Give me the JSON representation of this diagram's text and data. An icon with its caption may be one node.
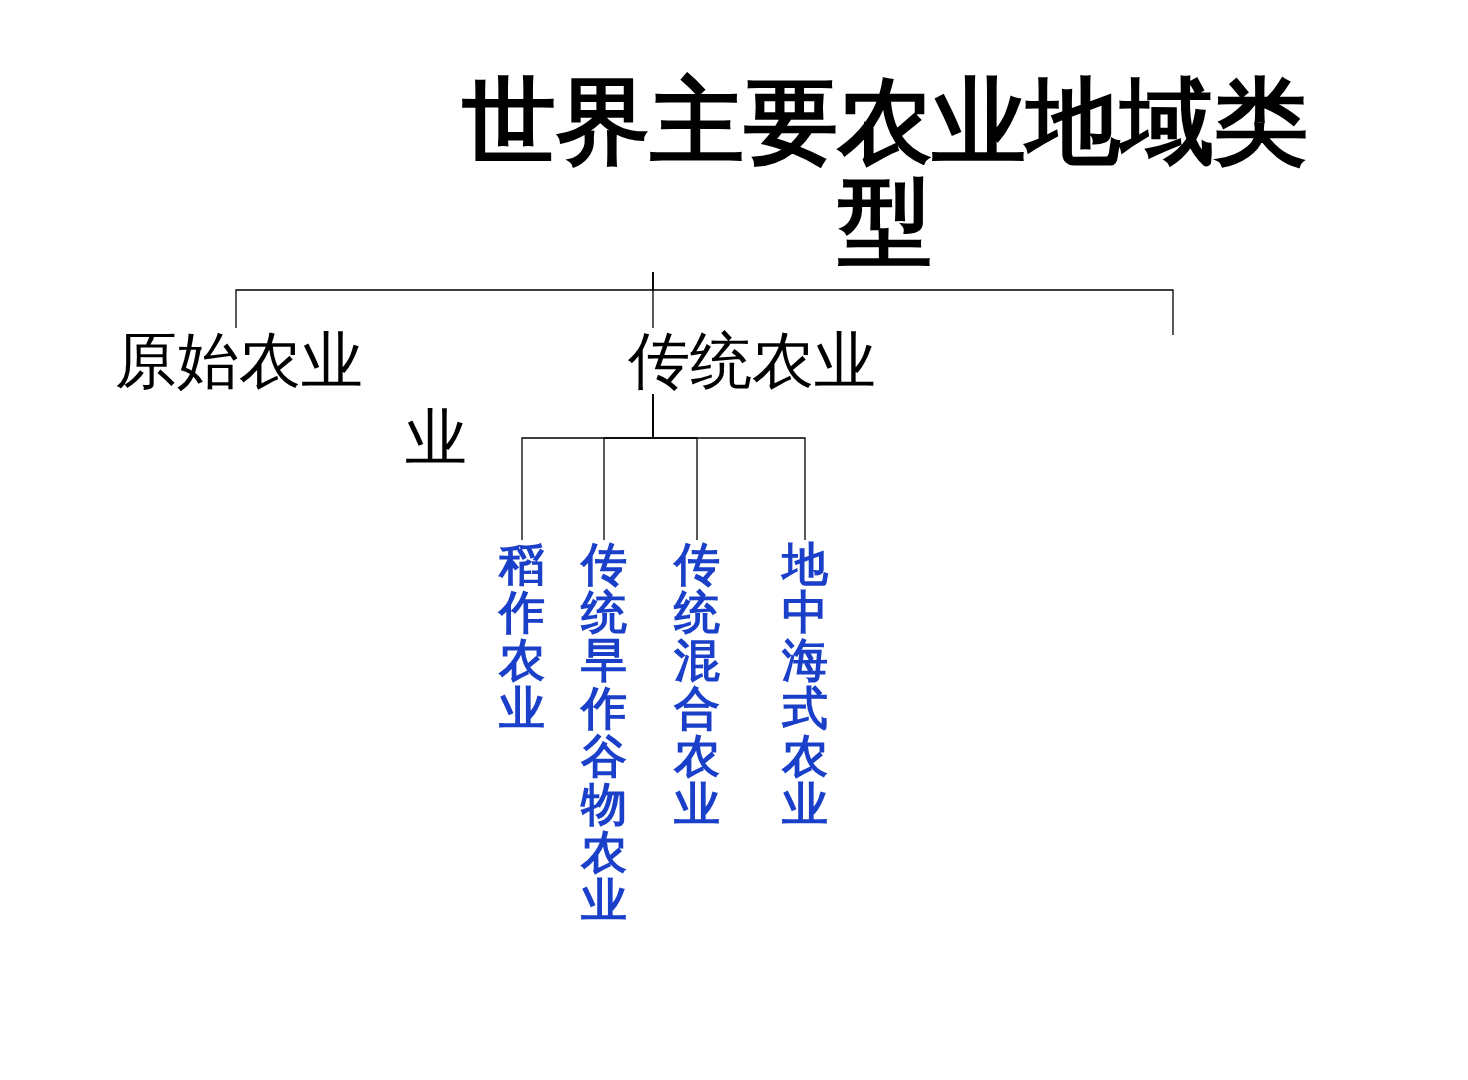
{
  "diagram": {
    "nodes": [
      {
        "text": [
          "世界主要农业地域类型"
        ]
      },
      {
        "text": [
          "原始农业"
        ]
      },
      {
        "text": [
          "传统农业"
        ]
      },
      {
        "text": [
          "稻作农业"
        ]
      },
      {
        "text": [
          "传统旱作谷物农业"
        ]
      },
      {
        "text": [
          "传统混合农业"
        ]
      },
      {
        "text": [
          "地中海式农业"
        ]
      }
    ],
    "edges": [
      {
        "from": 0,
        "to": 1,
        "arrow": "none"
      },
      {
        "from": 0,
        "to": 2,
        "arrow": "none"
      },
      {
        "from": 0,
        "to": null,
        "arrow": "none"
      },
      {
        "from": 2,
        "to": 3,
        "arrow": "none"
      },
      {
        "from": 2,
        "to": 4,
        "arrow": "none"
      },
      {
        "from": 2,
        "to": 5,
        "arrow": "none"
      },
      {
        "from": 2,
        "to": 6,
        "arrow": "none"
      }
    ],
    "labels": [
      "业"
    ]
  }
}
